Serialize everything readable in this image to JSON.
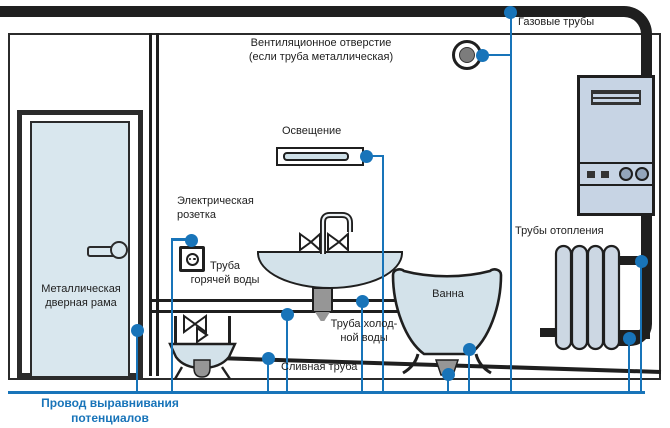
{
  "diagram": {
    "type": "bathroom equipotential bonding scheme",
    "colors": {
      "bond_wire_blue": "#1874b9",
      "pipe_black": "#1f1f1f",
      "fixture_fill": "#d3e2ea",
      "door_fill": "#d9e7ee",
      "boiler_fill": "#c7d4e4",
      "radiator_fill": "#ccd7e3",
      "metal_gray": "#969696"
    },
    "labels": {
      "ventilation": {
        "line1": "Вентиляционное отверстие",
        "line2": "(если труба металлическая)"
      },
      "gas_pipes": "Газовые трубы",
      "lighting": "Освещение",
      "outlet": {
        "line1": "Электрическая",
        "line2": "розетка"
      },
      "hot_water": {
        "line1": "Труба",
        "line2": "горячей воды"
      },
      "door": {
        "line1": "Металлическая",
        "line2": "дверная рама"
      },
      "cold_water": {
        "line1": "Труба холод-",
        "line2": "ной воды"
      },
      "bathtub": "Ванна",
      "drain": "Сливная труба",
      "heating": "Трубы отопления",
      "bonding": {
        "line1": "Провод выравнивания",
        "line2": "потенциалов"
      }
    }
  }
}
